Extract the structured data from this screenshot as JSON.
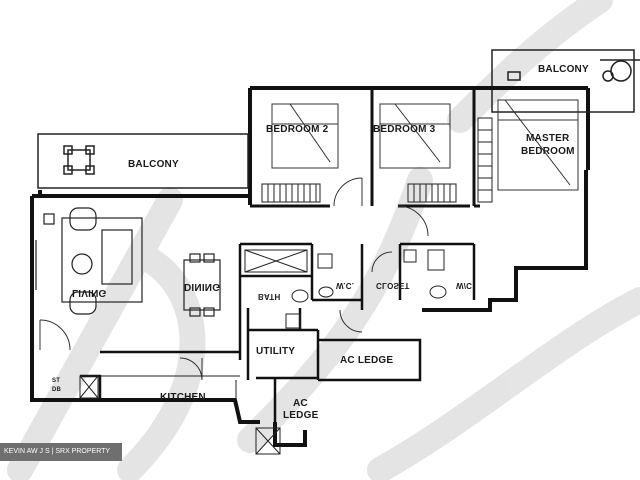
{
  "colors": {
    "wall": "#111111",
    "line": "#333333",
    "watermark": "#c8c8c8",
    "footer_bg": "#6f6f6f"
  },
  "rooms": {
    "balcony_top": "BALCONY",
    "balcony_left": "BALCONY",
    "bedroom2": "BEDROOM 2",
    "bedroom3": "BEDROOM 3",
    "master_line1": "MASTER",
    "master_line2": "BEDROOM",
    "living": "LIVING",
    "dining": "DINING",
    "bath": "BATH",
    "wc": "W.C.",
    "closet": "CLOSET",
    "wic": "W/C",
    "utility": "UTILITY",
    "ac_ledge_1": "AC LEDGE",
    "kitchen": "KITCHEN",
    "ac_ledge_2_line1": "AC",
    "ac_ledge_2_line2": "LEDGE",
    "db_st_line1": "ST",
    "db_st_line2": "DB"
  },
  "footer": {
    "credit": "KEVIN AW J S | SRX PROPERTY"
  },
  "icons": [
    "watermark",
    "door-swing",
    "bed",
    "dining-table",
    "sofa",
    "toilet",
    "basin",
    "wardrobe",
    "shower"
  ]
}
